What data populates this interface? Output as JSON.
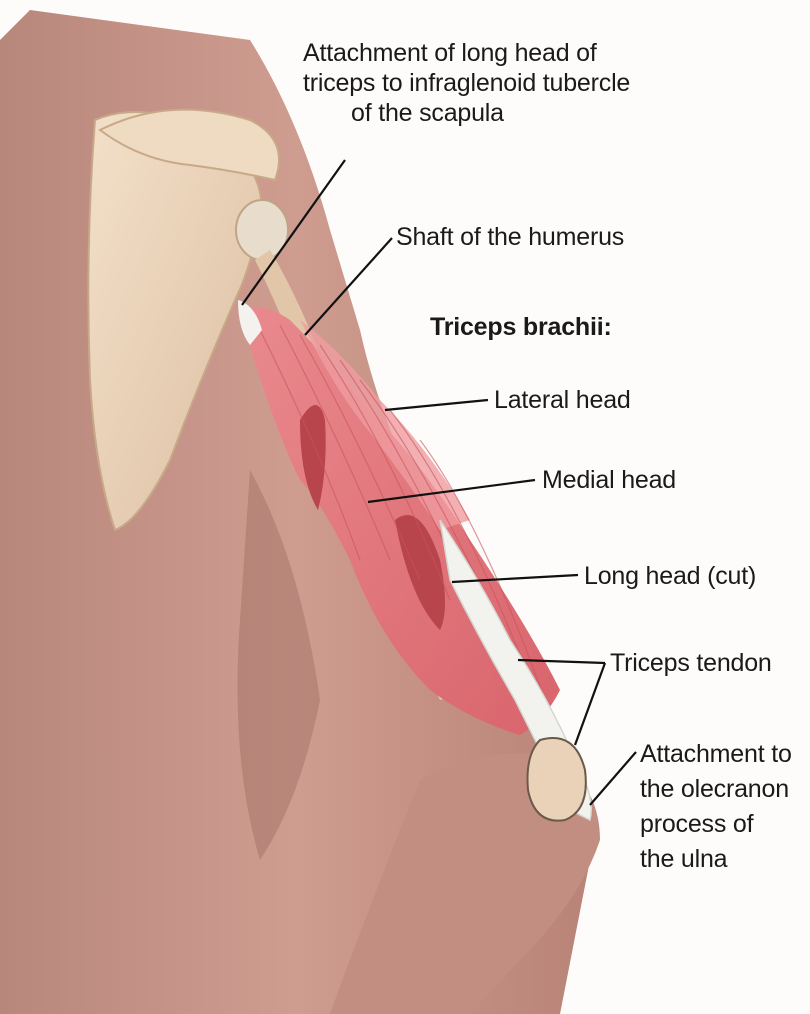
{
  "labels": {
    "long_head_attachment": {
      "line1": "Attachment of long head of",
      "line2": "triceps to infraglenoid tubercle",
      "line3": "of the scapula"
    },
    "humerus_shaft": "Shaft of the humerus",
    "triceps_title": "Triceps brachii:",
    "lateral_head": "Lateral head",
    "medial_head": "Medial head",
    "long_head_cut": "Long head (cut)",
    "triceps_tendon": "Triceps tendon",
    "olecranon_attachment": {
      "line1": "Attachment to",
      "line2": "the olecranon",
      "line3": "process of",
      "line4": "the ulna"
    }
  },
  "colors": {
    "skin": "#c9968a",
    "skin_shadow": "#a8746a",
    "bone": "#ead2b8",
    "muscle": "#e07a7f",
    "muscle_dark": "#b8444c",
    "tendon": "#f2f2ee",
    "leader_line": "#111111"
  }
}
